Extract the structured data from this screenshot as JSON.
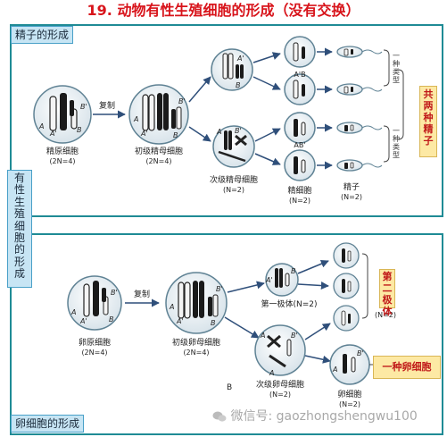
{
  "title": "19. 动物有性生殖细胞的形成（没有交换）",
  "panels": {
    "sperm_title": "精子的形成",
    "egg_title": "卵细胞的形成",
    "vertical_title": "有性生殖细胞的形成"
  },
  "sperm": {
    "cell1_label": "精原细胞",
    "cell1_count": "(2N=4)",
    "arrow_label": "复制",
    "cell2_label": "初级精母细胞",
    "cell2_count": "(2N=4)",
    "cell3_label": "次级精母细胞",
    "cell3_count": "(N=2)",
    "cell4_label": "精细胞",
    "cell4_count": "(N=2)",
    "cell5_label": "精子",
    "cell5_count": "(N=2)",
    "genotype_1": "A'B",
    "genotype_2": "AB'",
    "type_1": "一种类型",
    "type_2": "一种类型",
    "total": "共两种精子"
  },
  "egg": {
    "cell1_label": "卵原细胞",
    "cell1_count": "(2N=4)",
    "arrow_label": "复制",
    "cell2_label": "初级卵母细胞",
    "cell2_count": "(2N=4)",
    "polar1_label": "第一极体(N=2)",
    "polar2_label": "第二极体",
    "polar2_count": "(N=2)",
    "cell3_label": "次级卵母细胞",
    "cell3_count": "(N=2)",
    "cell4_label": "卵细胞",
    "cell4_count": "(N=2)",
    "one_egg": "一种卵细胞",
    "stray_letter": "B"
  },
  "chromosome_letters": {
    "a": "A",
    "a_prime": "A'",
    "b": "B",
    "b_prime": "B'"
  },
  "watermark": "微信号: gaozhongshengwu100",
  "colors": {
    "title": "#d8141b",
    "panel_border": "#1f8b95",
    "label_bg": "#c7e5f4",
    "highlight_bg": "#fde9a4",
    "highlight_text": "#c01818",
    "cell_fill": "#dfe8ee",
    "cell_border": "#5f8294",
    "arrow": "#2f4f7a"
  }
}
